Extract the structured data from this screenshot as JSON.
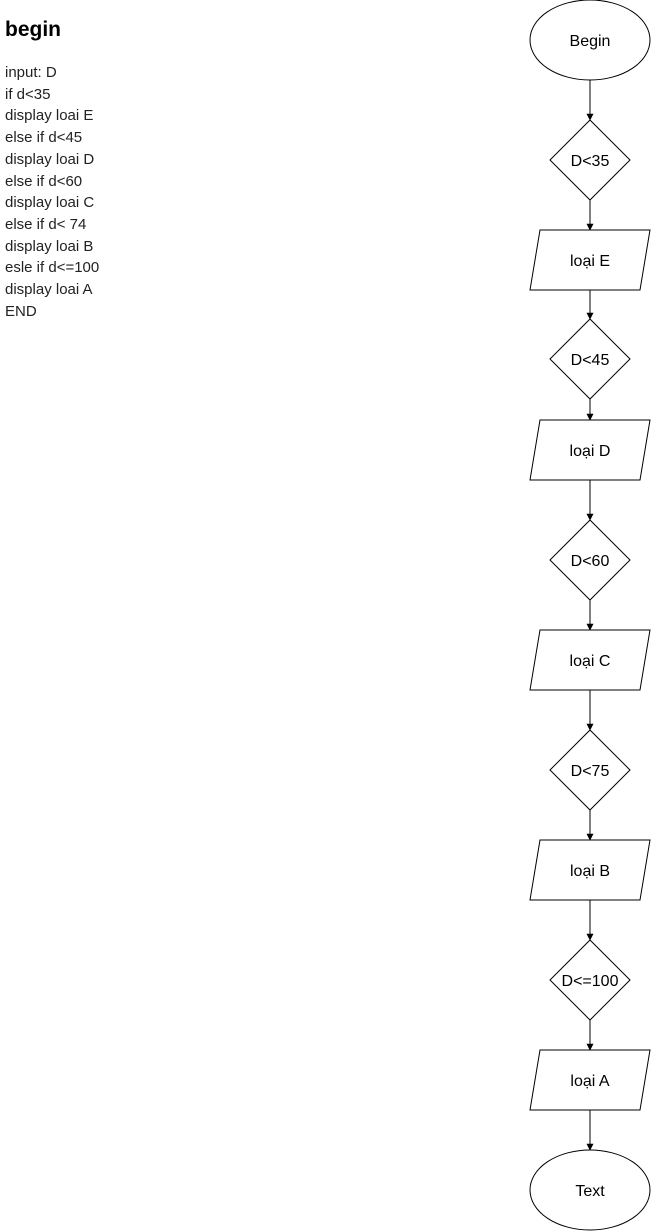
{
  "pseudocode": {
    "title": "begin",
    "lines": [
      "input: D",
      "if d<35",
      "display loai E",
      "else if d<45",
      "display loai D",
      "else if d<60",
      "display loai C",
      "else if d< 74",
      "display loai B",
      "esle if d<=100",
      "display loai A",
      "END"
    ]
  },
  "flowchart": {
    "nodes": [
      {
        "id": "start",
        "shape": "terminal",
        "label": "Begin"
      },
      {
        "id": "cond-35",
        "shape": "decision",
        "label": "D<35"
      },
      {
        "id": "out-e",
        "shape": "io",
        "label": "loại E"
      },
      {
        "id": "cond-45",
        "shape": "decision",
        "label": "D<45"
      },
      {
        "id": "out-d",
        "shape": "io",
        "label": "loại D"
      },
      {
        "id": "cond-60",
        "shape": "decision",
        "label": "D<60"
      },
      {
        "id": "out-c",
        "shape": "io",
        "label": "loại C"
      },
      {
        "id": "cond-75",
        "shape": "decision",
        "label": "D<75"
      },
      {
        "id": "out-b",
        "shape": "io",
        "label": "loại B"
      },
      {
        "id": "cond-100",
        "shape": "decision",
        "label": "D<=100"
      },
      {
        "id": "out-a",
        "shape": "io",
        "label": "loại A"
      },
      {
        "id": "end",
        "shape": "terminal",
        "label": "Text"
      }
    ],
    "edges": [
      [
        "start",
        "cond-35"
      ],
      [
        "cond-35",
        "out-e"
      ],
      [
        "out-e",
        "cond-45"
      ],
      [
        "cond-45",
        "out-d"
      ],
      [
        "out-d",
        "cond-60"
      ],
      [
        "cond-60",
        "out-c"
      ],
      [
        "out-c",
        "cond-75"
      ],
      [
        "cond-75",
        "out-b"
      ],
      [
        "out-b",
        "cond-100"
      ],
      [
        "cond-100",
        "out-a"
      ],
      [
        "out-a",
        "end"
      ]
    ]
  }
}
